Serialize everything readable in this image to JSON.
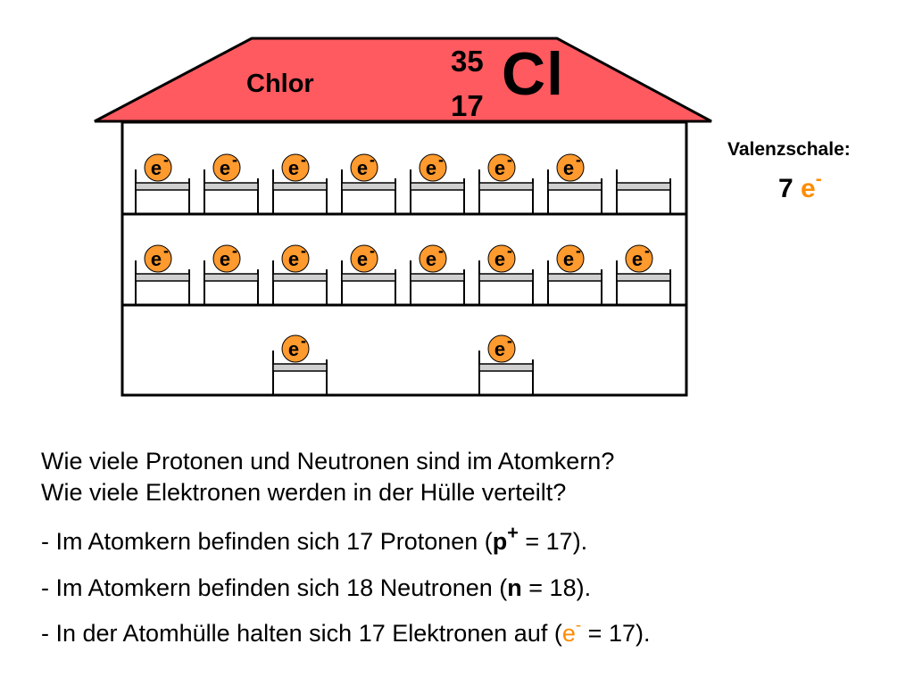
{
  "element": {
    "name": "Chlor",
    "mass_number": "35",
    "atomic_number": "17",
    "symbol": "Cl"
  },
  "electron_label": "e",
  "electron_charge": "-",
  "shells": [
    {
      "beds": 8,
      "electrons": 7
    },
    {
      "beds": 8,
      "electrons": 8
    },
    {
      "beds": 2,
      "electrons": 2
    }
  ],
  "valence": {
    "label": "Valenzschale:",
    "count": "7",
    "unit": "e",
    "charge": "-"
  },
  "questions": [
    "Wie viele Protonen und Neutronen sind im Atomkern?",
    "Wie viele Elektronen werden in der Hülle verteilt?"
  ],
  "answers": {
    "protons": {
      "prefix": "- Im Atomkern befinden sich 17 Protonen (",
      "symbol": "p",
      "charge": "+",
      "value": " = 17)."
    },
    "neutrons": {
      "prefix": "- Im Atomkern befinden sich 18 Neutronen (",
      "symbol": "n",
      "value": " = 18)."
    },
    "electrons": {
      "prefix": "- In der Atomhülle halten sich 17 Elektronen auf (",
      "symbol": "e",
      "charge": "-",
      "value": " = 17)."
    }
  },
  "colors": {
    "roof": "#ff5a5f",
    "electron": "#ff9a2e",
    "bed": "#d0d0d0"
  }
}
